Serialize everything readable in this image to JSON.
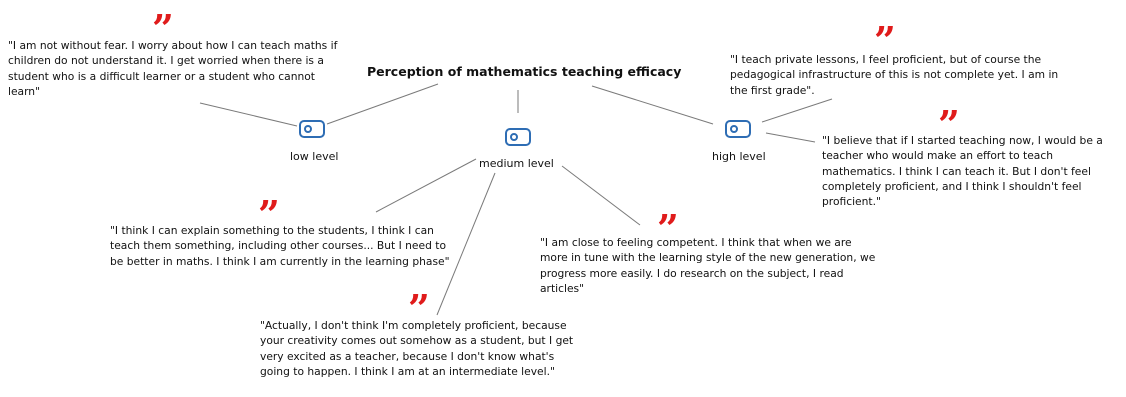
{
  "title": "Perception of mathematics teaching efficacy",
  "colors": {
    "quote_mark": "#e01b1b",
    "icon": "#2e6db4",
    "line": "#7a7a7a"
  },
  "quote_mark_glyph": "”",
  "levels": {
    "low": {
      "label": "low level",
      "icon": "tag-icon"
    },
    "medium": {
      "label": "medium level",
      "icon": "tag-icon"
    },
    "high": {
      "label": "high level",
      "icon": "tag-icon"
    }
  },
  "quotes": {
    "low_1": "\"I am not without fear. I worry about how I can teach maths if children do not understand it. I get worried when there is a student who is a difficult learner or a student who cannot learn\"",
    "medium_1": "\"I think I can explain something to the students, I think I can teach them something, including other courses... But I need to be better in maths. I think I am currently in the learning phase\"",
    "medium_2": "\"Actually, I don't think I'm completely proficient, because your creativity comes out somehow as a student, but I get very excited as a teacher, because I don't know what's going to happen. I think I am at an intermediate level.\"",
    "medium_3": "\"I am close to feeling competent. I think that when we are more in tune with the learning style of the new generation, we progress more easily. I do research on the subject, I read articles\"",
    "high_1": "\"I teach private lessons, I feel proficient, but of course the pedagogical infrastructure of this is not complete yet. I am in the first grade\".",
    "high_2": "\"I believe that if I started teaching now, I would be a teacher who would make an effort to teach mathematics. I think I can teach it. But I don't feel completely proficient, and I think I shouldn't feel proficient.\""
  }
}
